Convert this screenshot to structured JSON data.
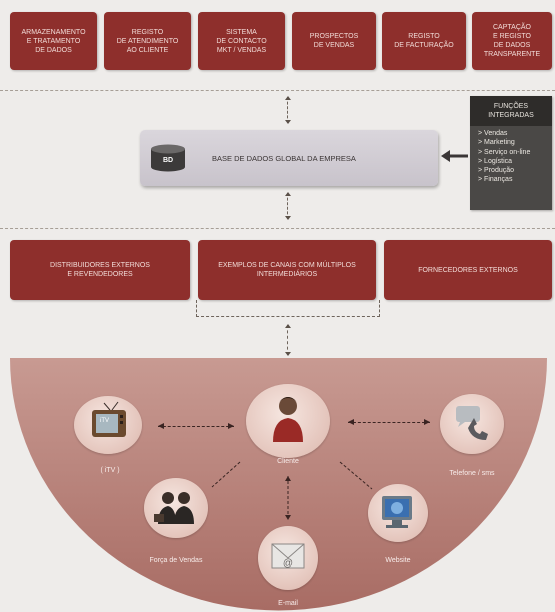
{
  "top_boxes": [
    "ARMAZENAMENTO\nE TRATAMENTO\nDE DADOS",
    "REGISTO\nDE ATENDIMENTO\nAO CLIENTE",
    "SISTEMA\nDE CONTACTO\nMKT / VENDAS",
    "PROSPECTOS\nDE VENDAS",
    "REGISTO\nDE FACTURAÇÃO",
    "CAPTAÇÃO\nE REGISTO\nDE DADOS\nTRANSPARENTE"
  ],
  "database": {
    "cylinder_label": "BD",
    "title": "BASE DE DADOS GLOBAL DA EMPRESA"
  },
  "integrated_functions": {
    "title": "FUNÇÕES\nINTEGRADAS",
    "items": [
      "Vendas",
      "Marketing",
      "Serviço on-line",
      "Logística",
      "Produção",
      "Finanças"
    ]
  },
  "middle_boxes": [
    "DISTRIBUIDORES EXTERNOS\nE REVENDEDORES",
    "EXEMPLOS DE CANAIS COM MÚLTIPLOS\nINTERMEDIÁRIOS",
    "FORNECEDORES EXTERNOS"
  ],
  "channels": {
    "center": "Cliente",
    "itv": "( iTV )",
    "itv_screen": "iTV",
    "phone": "Telefone / sms",
    "sales": "Força de Vendas",
    "website": "Website",
    "email": "E-mail"
  },
  "colors": {
    "box": "#8e2f2c",
    "semicircle": "#c09088",
    "panel": "#4a4846"
  }
}
